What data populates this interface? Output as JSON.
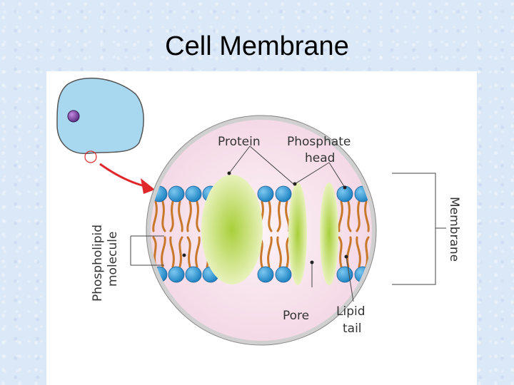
{
  "slide": {
    "title": "Cell Membrane"
  },
  "labels": {
    "protein": "Protein",
    "phosphate_head_line1": "Phosphate",
    "phosphate_head_line2": "head",
    "pore": "Pore",
    "lipid_tail_line1": "Lipid",
    "lipid_tail_line2": "tail",
    "membrane": "Membrane",
    "phospholipid_line1": "Phospholipid",
    "phospholipid_line2": "molecule"
  },
  "colors": {
    "cell_fill": "#a8d8f0",
    "nucleus": "#7a3d9a",
    "arrow": "#e0282c",
    "circle_fill": "#f8e4ee",
    "head": "#2b97d4",
    "tail": "#c8782a",
    "protein": "#c3dd6a"
  }
}
